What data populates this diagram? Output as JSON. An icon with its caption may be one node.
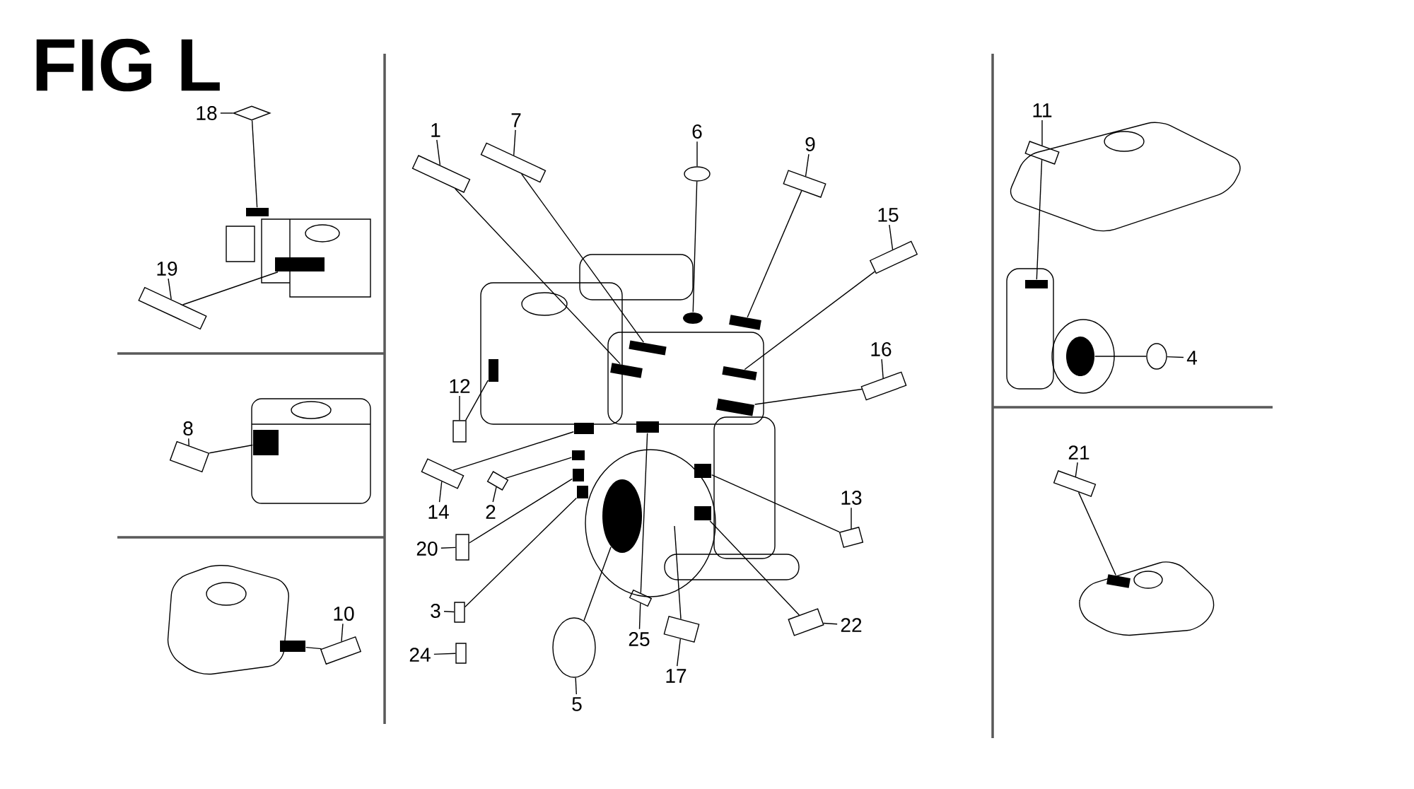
{
  "diagram": {
    "title": "FIG L",
    "nodes": [
      {
        "text": [
          "1"
        ]
      },
      {
        "text": [],
        "shape": "box"
      },
      {
        "text": [
          "2"
        ]
      },
      {
        "text": [],
        "shape": "box"
      },
      {
        "text": [
          "3"
        ]
      },
      {
        "text": [],
        "shape": "box"
      },
      {
        "text": [
          "4"
        ]
      },
      {
        "text": [],
        "shape": "circle"
      },
      {
        "text": [
          "5"
        ]
      },
      {
        "text": [],
        "shape": "circle"
      },
      {
        "text": [
          "6"
        ]
      },
      {
        "text": [],
        "shape": "circle"
      },
      {
        "text": [
          "7"
        ]
      },
      {
        "text": [],
        "shape": "box"
      },
      {
        "text": [
          "8"
        ]
      },
      {
        "text": [],
        "shape": "box"
      },
      {
        "text": [
          "9"
        ]
      },
      {
        "text": [],
        "shape": "box"
      },
      {
        "text": [
          "10"
        ]
      },
      {
        "text": [],
        "shape": "box"
      },
      {
        "text": [
          "11"
        ]
      },
      {
        "text": [],
        "shape": "box"
      },
      {
        "text": [
          "12"
        ]
      },
      {
        "text": [],
        "shape": "box"
      },
      {
        "text": [
          "13"
        ]
      },
      {
        "text": [],
        "shape": "box"
      },
      {
        "text": [
          "14"
        ]
      },
      {
        "text": [],
        "shape": "box"
      },
      {
        "text": [
          "15"
        ]
      },
      {
        "text": [],
        "shape": "box"
      },
      {
        "text": [
          "16"
        ]
      },
      {
        "text": [],
        "shape": "box"
      },
      {
        "text": [
          "17"
        ]
      },
      {
        "text": [],
        "shape": "box"
      },
      {
        "text": [
          "18"
        ]
      },
      {
        "text": [],
        "shape": "diamond"
      },
      {
        "text": [
          "19"
        ]
      },
      {
        "text": [],
        "shape": "box"
      },
      {
        "text": [
          "20"
        ]
      },
      {
        "text": [],
        "shape": "box"
      },
      {
        "text": [
          "21"
        ]
      },
      {
        "text": [],
        "shape": "box"
      },
      {
        "text": [
          "22"
        ]
      },
      {
        "text": [],
        "shape": "box"
      },
      {
        "text": [
          "24"
        ]
      },
      {
        "text": [],
        "shape": "box"
      },
      {
        "text": [
          "25"
        ]
      },
      {
        "text": [],
        "shape": "box"
      },
      {
        "text": [],
        "shape": "bar"
      },
      {
        "text": [],
        "shape": "bar"
      },
      {
        "text": [],
        "shape": "circle"
      },
      {
        "text": [],
        "shape": "circle"
      },
      {
        "text": [],
        "shape": "circle"
      },
      {
        "text": [],
        "shape": "bar"
      },
      {
        "text": [],
        "shape": "bar"
      },
      {
        "text": [],
        "shape": "bar"
      },
      {
        "text": [],
        "shape": "bar"
      },
      {
        "text": [],
        "shape": "bar"
      },
      {
        "text": [],
        "shape": "bar"
      },
      {
        "text": [],
        "shape": "bar"
      },
      {
        "text": [],
        "shape": "bar"
      },
      {
        "text": [],
        "shape": "bar"
      },
      {
        "text": [],
        "shape": "bar"
      },
      {
        "text": [],
        "shape": "bar"
      },
      {
        "text": [],
        "shape": "bar"
      },
      {
        "text": [],
        "shape": "bar"
      },
      {
        "text": [],
        "shape": "bar"
      },
      {
        "text": [],
        "shape": "bar"
      },
      {
        "text": [],
        "shape": "bar"
      },
      {
        "text": [],
        "shape": "bar"
      }
    ],
    "edges": [
      {
        "from": 0,
        "to": 1,
        "arrow": "none"
      },
      {
        "from": 1,
        "to": 48,
        "arrow": "none"
      },
      {
        "from": 2,
        "to": 3,
        "arrow": "none"
      },
      {
        "from": 3,
        "to": 65,
        "arrow": "none"
      },
      {
        "from": 4,
        "to": 5,
        "arrow": "none"
      },
      {
        "from": 5,
        "to": 49,
        "arrow": "none"
      },
      {
        "from": 6,
        "to": 7,
        "arrow": "none"
      },
      {
        "from": 7,
        "to": 50,
        "arrow": "none"
      },
      {
        "from": 8,
        "to": 9,
        "arrow": "none"
      },
      {
        "from": 9,
        "to": 51,
        "arrow": "none"
      },
      {
        "from": 10,
        "to": 11,
        "arrow": "none"
      },
      {
        "from": 11,
        "to": 52,
        "arrow": "none"
      },
      {
        "from": 12,
        "to": 13,
        "arrow": "none"
      },
      {
        "from": 13,
        "to": 53,
        "arrow": "none"
      },
      {
        "from": 14,
        "to": 15,
        "arrow": "none"
      },
      {
        "from": 15,
        "to": 54,
        "arrow": "none"
      },
      {
        "from": 16,
        "to": 17,
        "arrow": "none"
      },
      {
        "from": 17,
        "to": 55,
        "arrow": "none"
      },
      {
        "from": 18,
        "to": 19,
        "arrow": "none"
      },
      {
        "from": 19,
        "to": 56,
        "arrow": "none"
      },
      {
        "from": 20,
        "to": 21,
        "arrow": "none"
      },
      {
        "from": 21,
        "to": 57,
        "arrow": "none"
      },
      {
        "from": 22,
        "to": 23,
        "arrow": "none"
      },
      {
        "from": 23,
        "to": 58,
        "arrow": "none"
      },
      {
        "from": 24,
        "to": 25,
        "arrow": "none"
      },
      {
        "from": 25,
        "to": 59,
        "arrow": "none"
      },
      {
        "from": 26,
        "to": 27,
        "arrow": "none"
      },
      {
        "from": 27,
        "to": 60,
        "arrow": "none"
      },
      {
        "from": 28,
        "to": 29,
        "arrow": "none"
      },
      {
        "from": 29,
        "to": 61,
        "arrow": "none"
      },
      {
        "from": 30,
        "to": 31,
        "arrow": "none"
      },
      {
        "from": 31,
        "to": 62,
        "arrow": "none"
      },
      {
        "from": 32,
        "to": 33,
        "arrow": "none"
      },
      {
        "from": 33,
        "to": null,
        "arrow": "none"
      },
      {
        "from": 34,
        "to": 35,
        "arrow": "none"
      },
      {
        "from": 35,
        "to": 63,
        "arrow": "none"
      },
      {
        "from": 36,
        "to": 37,
        "arrow": "none"
      },
      {
        "from": 37,
        "to": 64,
        "arrow": "none"
      },
      {
        "from": 38,
        "to": 39,
        "arrow": "none"
      },
      {
        "from": 39,
        "to": 66,
        "arrow": "none"
      },
      {
        "from": 40,
        "to": 41,
        "arrow": "none"
      },
      {
        "from": 41,
        "to": 67,
        "arrow": "none"
      },
      {
        "from": 42,
        "to": 43,
        "arrow": "none"
      },
      {
        "from": 43,
        "to": 68,
        "arrow": "none"
      },
      {
        "from": 44,
        "to": 45,
        "arrow": "none"
      },
      {
        "from": 46,
        "to": 47,
        "arrow": "none"
      },
      {
        "from": 47,
        "to": 69,
        "arrow": "none"
      }
    ]
  }
}
